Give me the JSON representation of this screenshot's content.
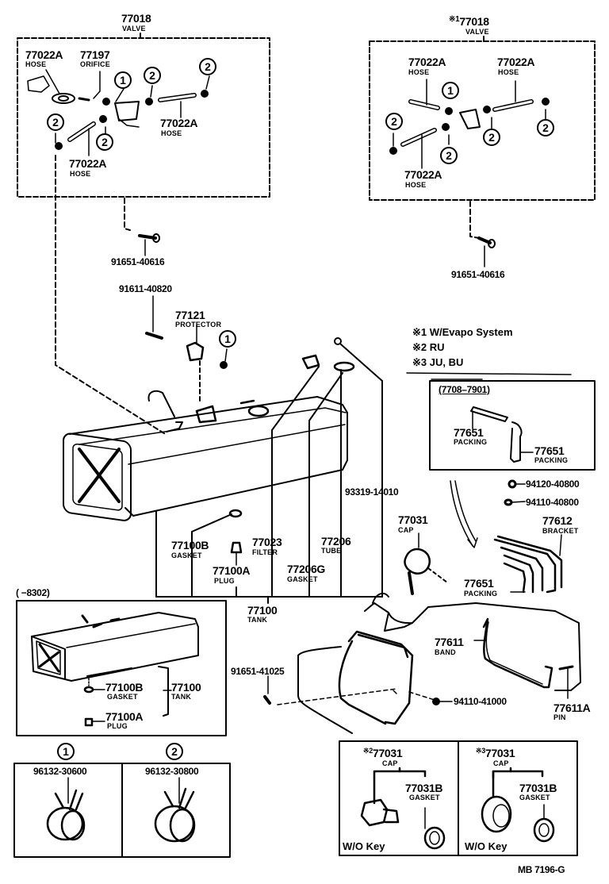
{
  "diagram": {
    "title": "Fuel Tank & Tube parts diagram",
    "drawing_code": "MB 7196-G",
    "notes": [
      {
        "mark": "※1",
        "text": "W/Evapo System"
      },
      {
        "mark": "※2",
        "text": "RU"
      },
      {
        "mark": "※3",
        "text": "JU, BU"
      }
    ],
    "valve_left": {
      "part": "77018",
      "name": "VALVE",
      "hose_orifice": {
        "part": "77022A",
        "name": "HOSE"
      },
      "orifice": {
        "part": "77197",
        "name": "ORIFICE"
      },
      "hose_right": {
        "part": "77022A",
        "name": "HOSE"
      },
      "hose_lower": {
        "part": "77022A",
        "name": "HOSE"
      }
    },
    "valve_right": {
      "part": "77018",
      "mark": "※1",
      "name": "VALVE",
      "hose_upper_left": {
        "part": "77022A",
        "name": "HOSE"
      },
      "hose_upper_right": {
        "part": "77022A",
        "name": "HOSE"
      },
      "hose_lower": {
        "part": "77022A",
        "name": "HOSE"
      }
    },
    "clip_refs": {
      "one": "1",
      "two": "2"
    },
    "bolt_left": {
      "part": "91651-40616"
    },
    "bolt_right": {
      "part": "91651-40616"
    },
    "bolt_protector": {
      "part": "91611-40820"
    },
    "protector": {
      "part": "77121",
      "name": "PROTECTOR"
    },
    "screw": {
      "part": "93319-14010"
    },
    "tank_parts": {
      "gasket": {
        "part": "77100B",
        "name": "GASKET"
      },
      "plug": {
        "part": "77100A",
        "name": "PLUG"
      },
      "filter": {
        "part": "77023",
        "name": "FILTER"
      },
      "gasket_g": {
        "part": "77206G",
        "name": "GASKET"
      },
      "tube": {
        "part": "77206",
        "name": "TUBE"
      },
      "tank": {
        "part": "77100",
        "name": "TANK"
      }
    },
    "inset_8302": {
      "range": "(      −8302)",
      "gasket": {
        "part": "77100B",
        "name": "GASKET"
      },
      "tank": {
        "part": "77100",
        "name": "TANK"
      },
      "plug": {
        "part": "77100A",
        "name": "PLUG"
      }
    },
    "inset_7708": {
      "range": "(7708–7901)",
      "packing_a": {
        "part": "77651",
        "name": "PACKING"
      },
      "packing_b": {
        "part": "77651",
        "name": "PACKING"
      }
    },
    "hardware": {
      "washer": {
        "part": "94120-40800"
      },
      "nut": {
        "part": "94110-40800"
      },
      "nut_band": {
        "part": "94110-41000"
      },
      "bolt_band": {
        "part": "91651-41025"
      }
    },
    "cap": {
      "part": "77031",
      "name": "CAP"
    },
    "bracket": {
      "part": "77612",
      "name": "BRACKET"
    },
    "packing": {
      "part": "77651",
      "name": "PACKING"
    },
    "band": {
      "part": "77611",
      "name": "BAND"
    },
    "pin": {
      "part": "77611A",
      "name": "PIN"
    },
    "clamp_1": {
      "ref": "1",
      "part": "96132-30600"
    },
    "clamp_2": {
      "ref": "2",
      "part": "96132-30800"
    },
    "cap_ru": {
      "mark": "※2",
      "part": "77031",
      "name": "CAP",
      "gasket": {
        "part": "77031B",
        "name": "GASKET"
      },
      "variant": "W/O Key"
    },
    "cap_jubu": {
      "mark": "※3",
      "part": "77031",
      "name": "CAP",
      "gasket": {
        "part": "77031B",
        "name": "GASKET"
      },
      "variant": "W/O Key"
    }
  }
}
